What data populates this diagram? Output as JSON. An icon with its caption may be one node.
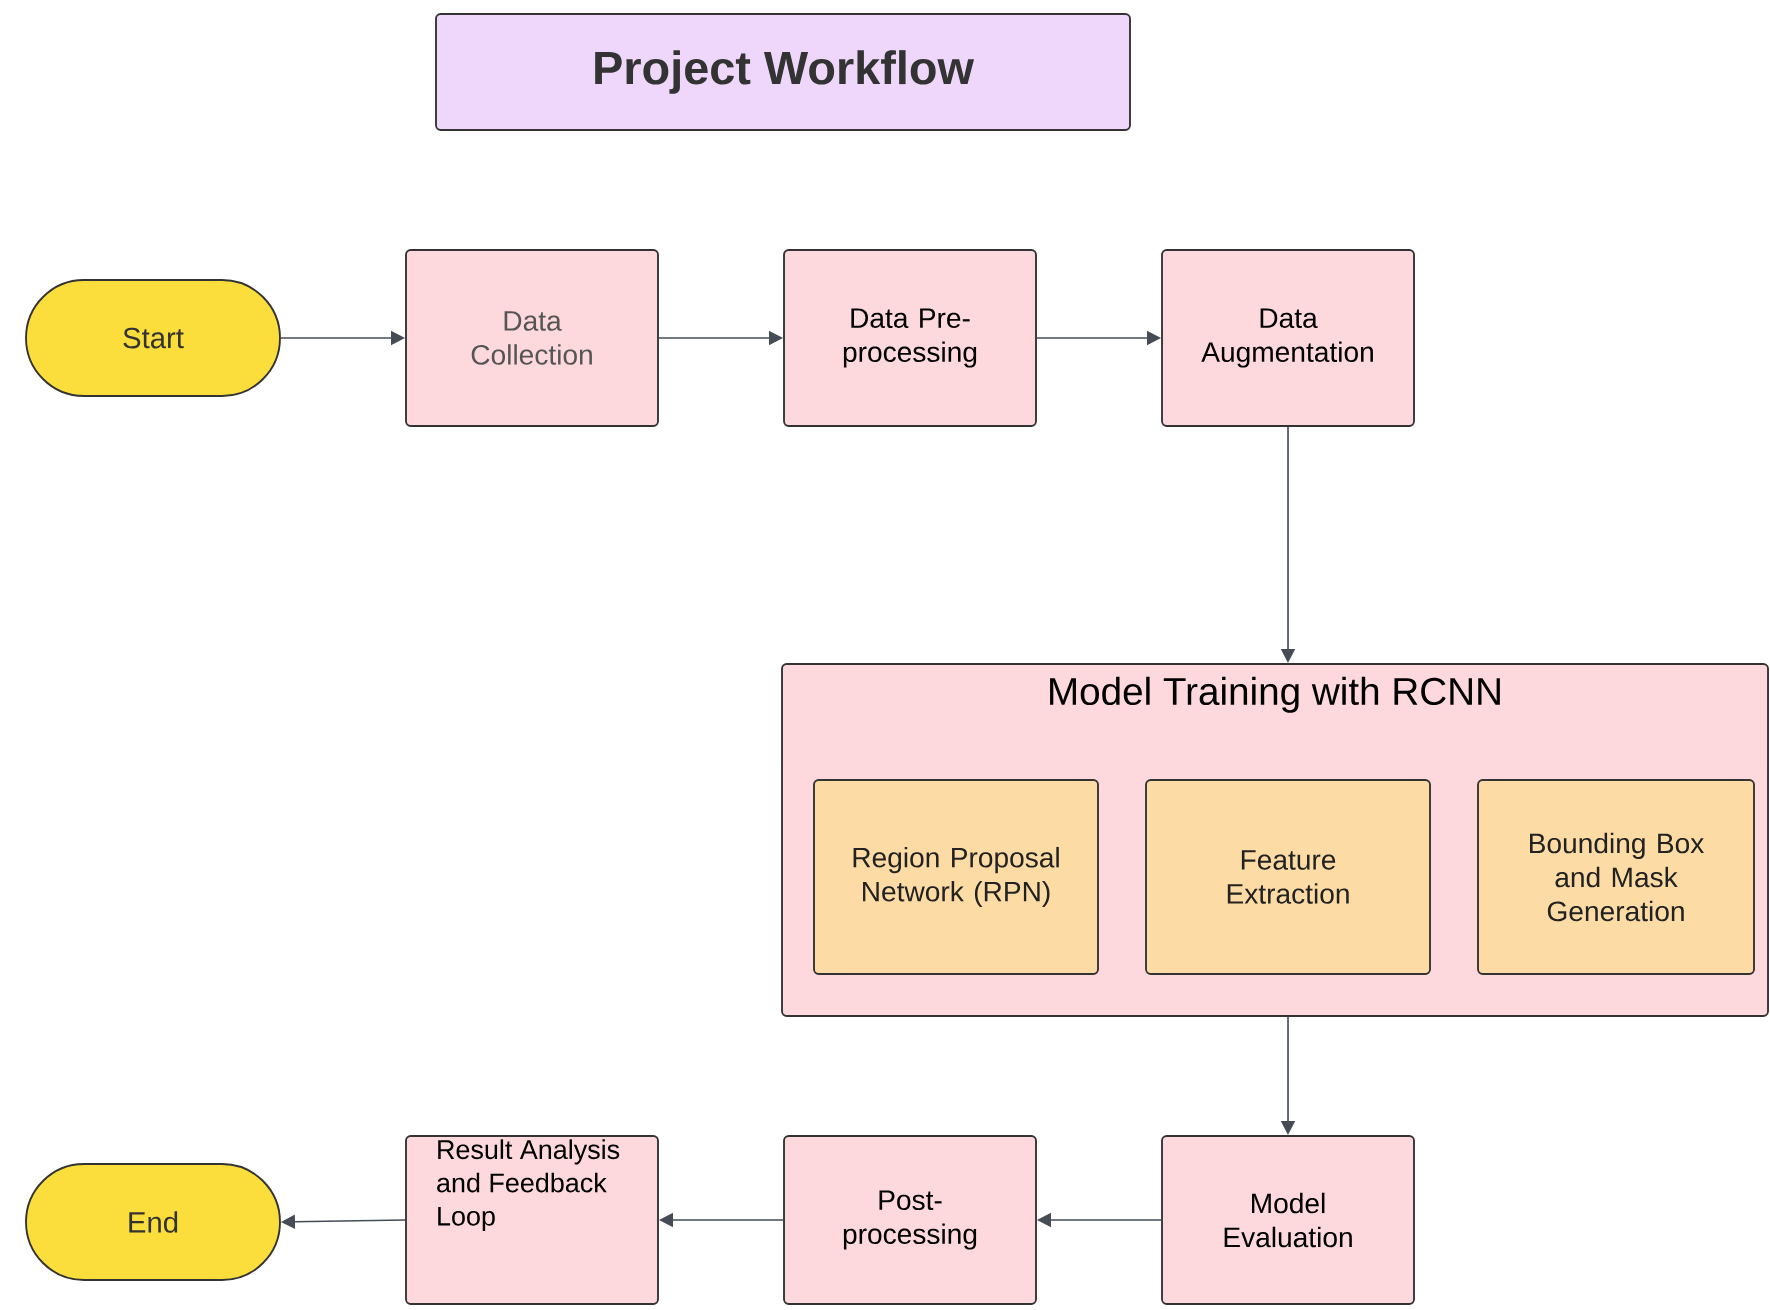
{
  "diagram": {
    "title": "Project Workflow",
    "nodes": [
      {
        "text": [
          "Start"
        ]
      },
      {
        "text": [
          "Data Collection"
        ]
      },
      {
        "text": [
          "Data Pre-processing"
        ]
      },
      {
        "text": [
          "Data Augmentation"
        ]
      },
      {
        "text": [
          "Model Training with RCNN"
        ]
      },
      {
        "text": [
          "Region Proposal Network (RPN)"
        ],
        "in": 4
      },
      {
        "text": [
          "Feature Extraction"
        ],
        "in": 4
      },
      {
        "text": [
          "Bounding Box and Mask Generation"
        ],
        "in": 4
      },
      {
        "text": [
          "Model Evaluation"
        ]
      },
      {
        "text": [
          "Post-processing"
        ]
      },
      {
        "text": [
          "Result Analysis and Feedback Loop"
        ]
      },
      {
        "text": [
          "End"
        ]
      }
    ],
    "edges": [
      {
        "from": 0,
        "to": 1,
        "arrow": "to"
      },
      {
        "from": 1,
        "to": 2,
        "arrow": "to"
      },
      {
        "from": 2,
        "to": 3,
        "arrow": "to"
      },
      {
        "from": 3,
        "to": 4,
        "arrow": "to"
      },
      {
        "from": 4,
        "to": 8,
        "arrow": "to"
      },
      {
        "from": 8,
        "to": 9,
        "arrow": "to"
      },
      {
        "from": 9,
        "to": 10,
        "arrow": "to"
      },
      {
        "from": 10,
        "to": 11,
        "arrow": "to"
      }
    ]
  }
}
